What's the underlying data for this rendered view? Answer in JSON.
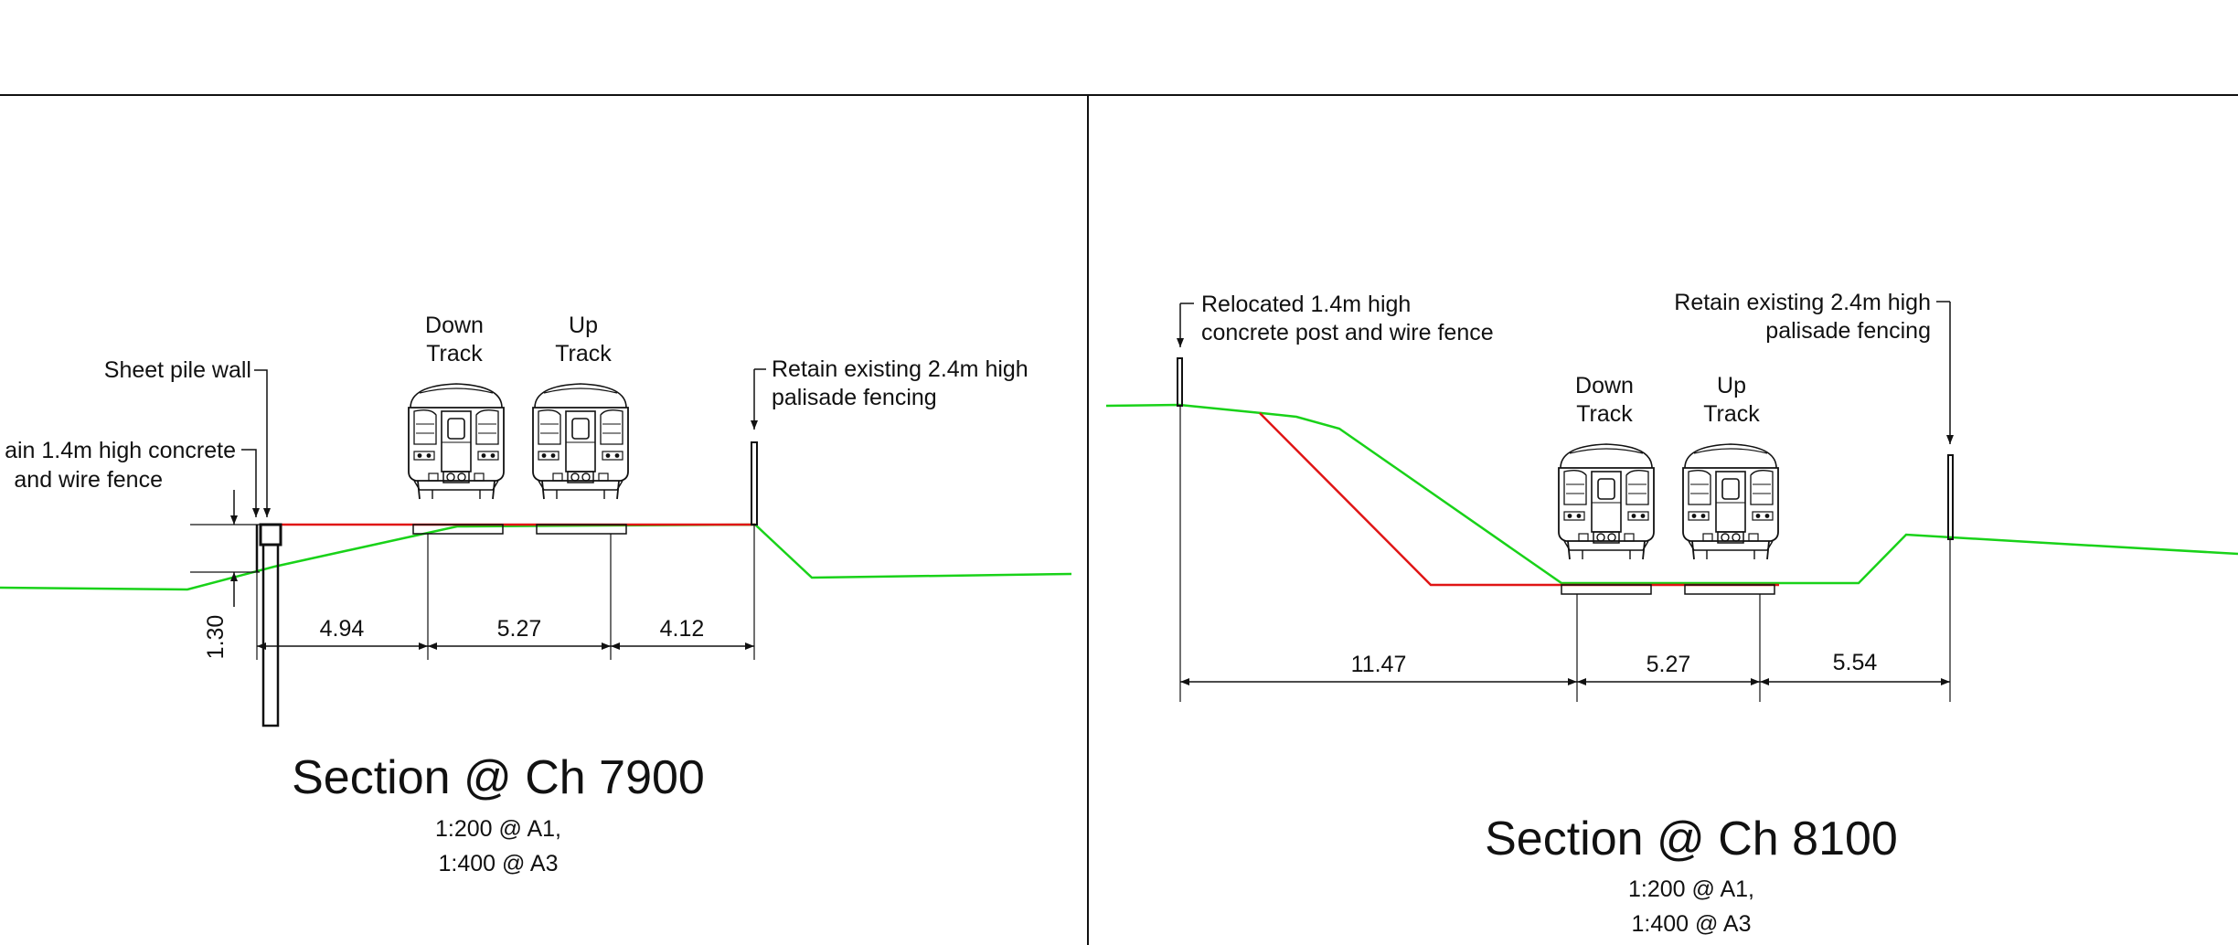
{
  "sections": [
    {
      "title": "Section @ Ch 7900",
      "scale_a1": "1:200 @ A1,",
      "scale_a3": "1:400 @ A3",
      "labels": {
        "sheet_pile": "Sheet pile wall",
        "left_fence_1": "ain 1.4m high concrete",
        "left_fence_2": "and wire fence",
        "down_track_1": "Down",
        "down_track_2": "Track",
        "up_track_1": "Up",
        "up_track_2": "Track",
        "right_fence_1": "Retain existing 2.4m high",
        "right_fence_2": "palisade fencing"
      },
      "dimensions": [
        "4.94",
        "5.27",
        "4.12"
      ],
      "vertical_dimension": "1.30"
    },
    {
      "title": "Section @ Ch 8100",
      "scale_a1": "1:200 @ A1,",
      "scale_a3": "1:400 @ A3",
      "labels": {
        "left_fence_1": "Relocated 1.4m high",
        "left_fence_2": "concrete post and wire fence",
        "right_fence_1": "Retain existing 2.4m high",
        "right_fence_2": "palisade fencing",
        "down_track_1": "Down",
        "down_track_2": "Track",
        "up_track_1": "Up",
        "up_track_2": "Track"
      },
      "dimensions": [
        "11.47",
        "5.27",
        "5.54"
      ]
    }
  ],
  "colors": {
    "existing_ground": "#19d219",
    "proposed_formation": "#e01515"
  }
}
